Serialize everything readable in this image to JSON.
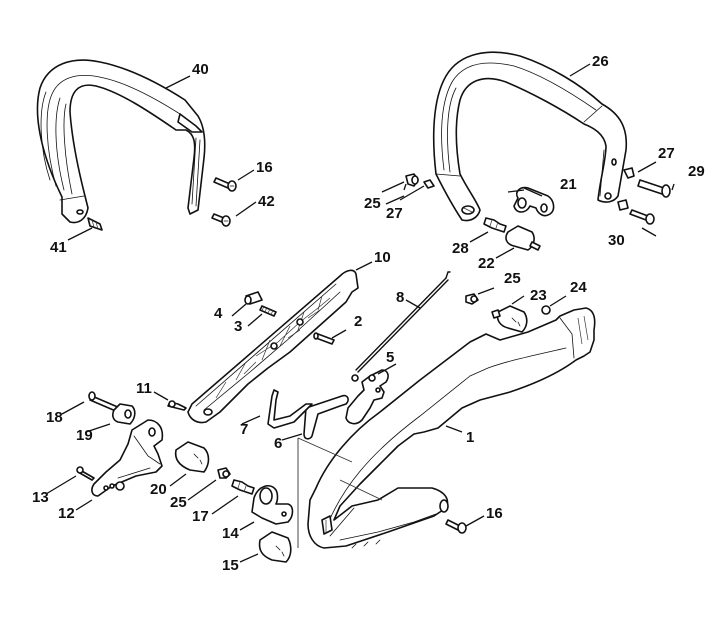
{
  "diagram": {
    "title": "Handle assembly exploded parts diagram",
    "colors": {
      "line": "#111111",
      "background": "#ffffff"
    },
    "callouts": [
      {
        "id": "c40",
        "number": "40",
        "part": "front handle bar (rubber grip)"
      },
      {
        "id": "c16a",
        "number": "16",
        "part": "screw"
      },
      {
        "id": "c42",
        "number": "42",
        "part": "screw"
      },
      {
        "id": "c41",
        "number": "41",
        "part": "stud screw"
      },
      {
        "id": "c26",
        "number": "26",
        "part": "front handle bar"
      },
      {
        "id": "c27a",
        "number": "27",
        "part": "sleeve"
      },
      {
        "id": "c29",
        "number": "29",
        "part": "screw"
      },
      {
        "id": "c25a",
        "number": "25",
        "part": "nut"
      },
      {
        "id": "c27b",
        "number": "27",
        "part": "sleeve"
      },
      {
        "id": "c21",
        "number": "21",
        "part": "bracket"
      },
      {
        "id": "c28",
        "number": "28",
        "part": "stud"
      },
      {
        "id": "c22",
        "number": "22",
        "part": "annular buffer"
      },
      {
        "id": "c30",
        "number": "30",
        "part": "screw"
      },
      {
        "id": "c10",
        "number": "10",
        "part": "handle molding"
      },
      {
        "id": "c4",
        "number": "4",
        "part": "plunger"
      },
      {
        "id": "c3",
        "number": "3",
        "part": "spring"
      },
      {
        "id": "c2",
        "number": "2",
        "part": "screw"
      },
      {
        "id": "c8",
        "number": "8",
        "part": "throttle rod"
      },
      {
        "id": "c25b",
        "number": "25",
        "part": "nut"
      },
      {
        "id": "c23",
        "number": "23",
        "part": "annular buffer"
      },
      {
        "id": "c24",
        "number": "24",
        "part": "nut"
      },
      {
        "id": "c5",
        "number": "5",
        "part": "throttle trigger"
      },
      {
        "id": "c11",
        "number": "11",
        "part": "screw"
      },
      {
        "id": "c18",
        "number": "18",
        "part": "screw"
      },
      {
        "id": "c19",
        "number": "19",
        "part": "annular buffer"
      },
      {
        "id": "c7",
        "number": "7",
        "part": "torsion spring"
      },
      {
        "id": "c6",
        "number": "6",
        "part": "interlock lever"
      },
      {
        "id": "c1",
        "number": "1",
        "part": "rear handle"
      },
      {
        "id": "c13",
        "number": "13",
        "part": "screw"
      },
      {
        "id": "c12",
        "number": "12",
        "part": "bracket"
      },
      {
        "id": "c20",
        "number": "20",
        "part": "annular buffer"
      },
      {
        "id": "c25c",
        "number": "25",
        "part": "nut"
      },
      {
        "id": "c17",
        "number": "17",
        "part": "stud"
      },
      {
        "id": "c14",
        "number": "14",
        "part": "bracket"
      },
      {
        "id": "c15",
        "number": "15",
        "part": "annular buffer"
      },
      {
        "id": "c16b",
        "number": "16",
        "part": "screw"
      }
    ]
  }
}
